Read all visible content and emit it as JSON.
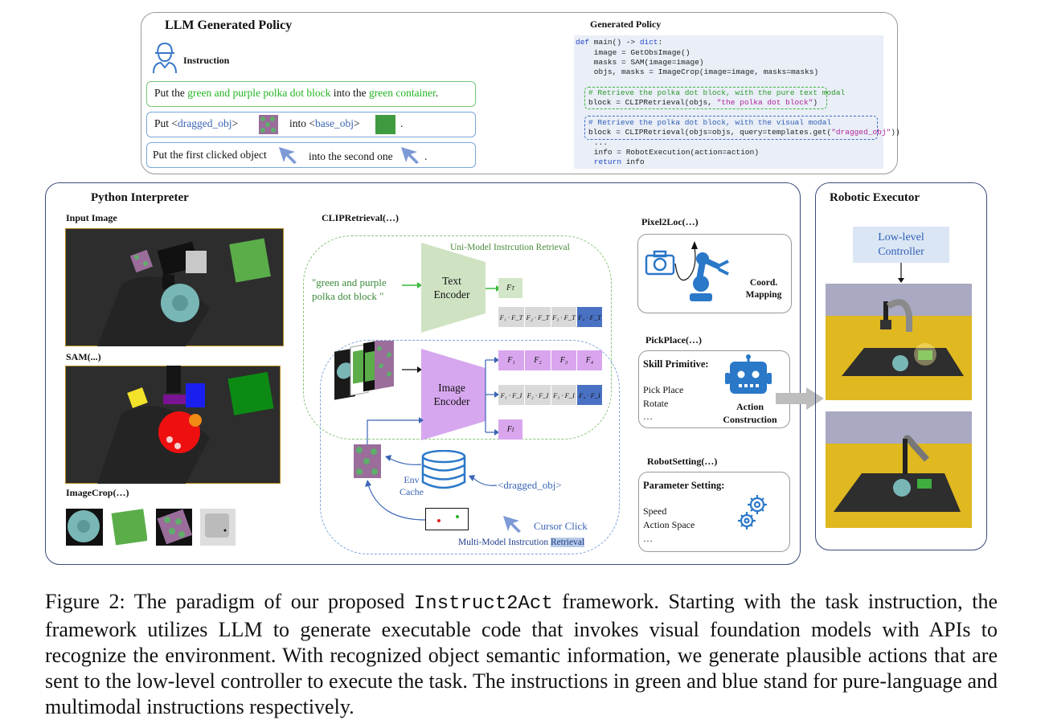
{
  "llm_panel": {
    "title": "LLM Generated Policy",
    "instruction_label": "Instruction",
    "instructions": {
      "pure_language": {
        "t1": "Put the ",
        "t2": "green and purple polka dot block",
        "t3": " into the ",
        "t4": "green container",
        "t5": "."
      },
      "template": {
        "t1": "Put  <",
        "t2": "dragged_obj",
        "t3": ">",
        "t4": "into <",
        "t5": "base_obj",
        "t6": ">",
        "t7": "."
      },
      "click": {
        "t1": "Put the first clicked object",
        "t2": "into the second one",
        "t3": "."
      }
    },
    "code_title": "Generated Policy",
    "code": {
      "l1_kw": "def",
      "l1_a": " main() -> ",
      "l1_kw2": "dict",
      "l1_b": ":",
      "l2": "    image = GetObsImage()",
      "l3": "    masks = SAM(image=image)",
      "l4": "    objs, masks = ImageCrop(image=image, masks=masks)",
      "c1": "# Retrieve the polka dot block, with the pure text modal",
      "c1_code_a": "block = CLIPRetrieval(objs, ",
      "c1_str": "\"the polka dot block\"",
      "c1_code_b": ")",
      "c2": "# Retrieve the polka dot block, with the visual modal",
      "c2_code_a": "block = CLIPRetrieval(objs=objs, query=templates.get(",
      "c2_str": "\"dragged_obj\"",
      "c2_code_b": "))",
      "l5": "    ...",
      "l6": "    info = RobotExecution(action=action)",
      "l7_kw": "return",
      "l7": " info"
    }
  },
  "python_panel": {
    "title": "Python Interpreter",
    "input_image": "Input Image",
    "sam": "SAM(...)",
    "imagecrop": "ImageCrop(…)",
    "clip_title": "CLIPRetrieval(…)",
    "uni_label": "Uni-Model Instrcution Retrieval",
    "multi_label_a": "Multi-Model Instrcution ",
    "multi_label_b": "Retrieval",
    "text_query": "\"green and purple polka dot block \"",
    "text_encoder": "Text Encoder",
    "image_encoder": "Image Encoder",
    "env_cache": "Env Cache",
    "dragged_obj": "<dragged_obj>",
    "cursor_click": "Cursor Click",
    "ft": "F",
    "ft_sub": "T",
    "fi": "F",
    "fi_sub": "I",
    "text_products": [
      "F₁ · F_T",
      "F₂ · F_T",
      "F₃ · F_T",
      "F₄ · F_T"
    ],
    "image_feats": [
      "F₁",
      "F₂",
      "F₃",
      "F₄"
    ],
    "image_products": [
      "F₁ · F_I",
      "F₂ · F_I",
      "F₃ · F_I",
      "F₄ · F_I"
    ],
    "pixel2loc_title": "Pixel2Loc(…)",
    "coord_mapping": "Coord. Mapping",
    "pickplace_title": "PickPlace(…)",
    "skill_primitive": "Skill Primitive:",
    "pick_place": "Pick Place",
    "rotate": "Rotate",
    "ellipsis": "…",
    "action_construction": "Action Construction",
    "robotsetting_title": "RobotSetting(…)",
    "parameter_setting": "Parameter Setting:",
    "speed": "Speed",
    "action_space": "Action Space"
  },
  "executor_panel": {
    "title": "Robotic Executor",
    "controller": "Low-level Controller"
  },
  "caption": {
    "a": "Figure 2: The paradigm of our proposed ",
    "code": "Instruct2Act",
    "b": " framework. Starting with the task instruction, the framework utilizes LLM to generate executable code that invokes visual foundation models with APIs to recognize the environment. With recognized object semantic information, we generate plausible actions that are sent to the low-level controller to execute the task. The instructions in green and blue stand for pure-language and multimodal instructions respectively."
  },
  "colors": {
    "green_text": "#22b522",
    "blue_text": "#3a64b5",
    "purple_cell": "#d9a6ee",
    "grey_cell": "#d9d9d9",
    "blue_cell": "#4a72c4",
    "encoder_green": "#cfe3c3",
    "encoder_purple": "#d6a7ef"
  }
}
